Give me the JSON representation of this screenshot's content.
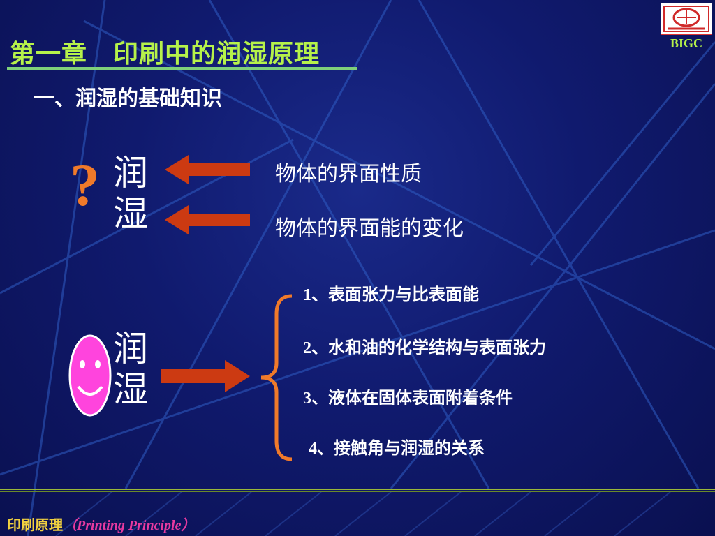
{
  "header": {
    "chapter_title": "第一章　印刷中的润湿原理",
    "section_heading": "一、润湿的基础知识",
    "logo_label": "BIGC"
  },
  "top_group": {
    "question_mark": "?",
    "char_1": "润",
    "char_2": "湿",
    "definitions": [
      "物体的界面性质",
      "物体的界面能的变化"
    ],
    "arrow_color": "#cc3a12"
  },
  "bottom_group": {
    "char_1": "润",
    "char_2": "湿",
    "face_color": "#ff44dd",
    "brace_color": "#f07a2a",
    "items": [
      {
        "num": "1",
        "text": "、表面张力与比表面能"
      },
      {
        "num": "2",
        "text": "、水和油的化学结构与表面张力"
      },
      {
        "num": "3",
        "text": "、液体在固体表面附着条件"
      },
      {
        "num": "4",
        "text": "、接触角与润湿的关系"
      }
    ]
  },
  "footer": {
    "course_cn": "印刷原理",
    "course_en": "（Printing Principle）"
  }
}
